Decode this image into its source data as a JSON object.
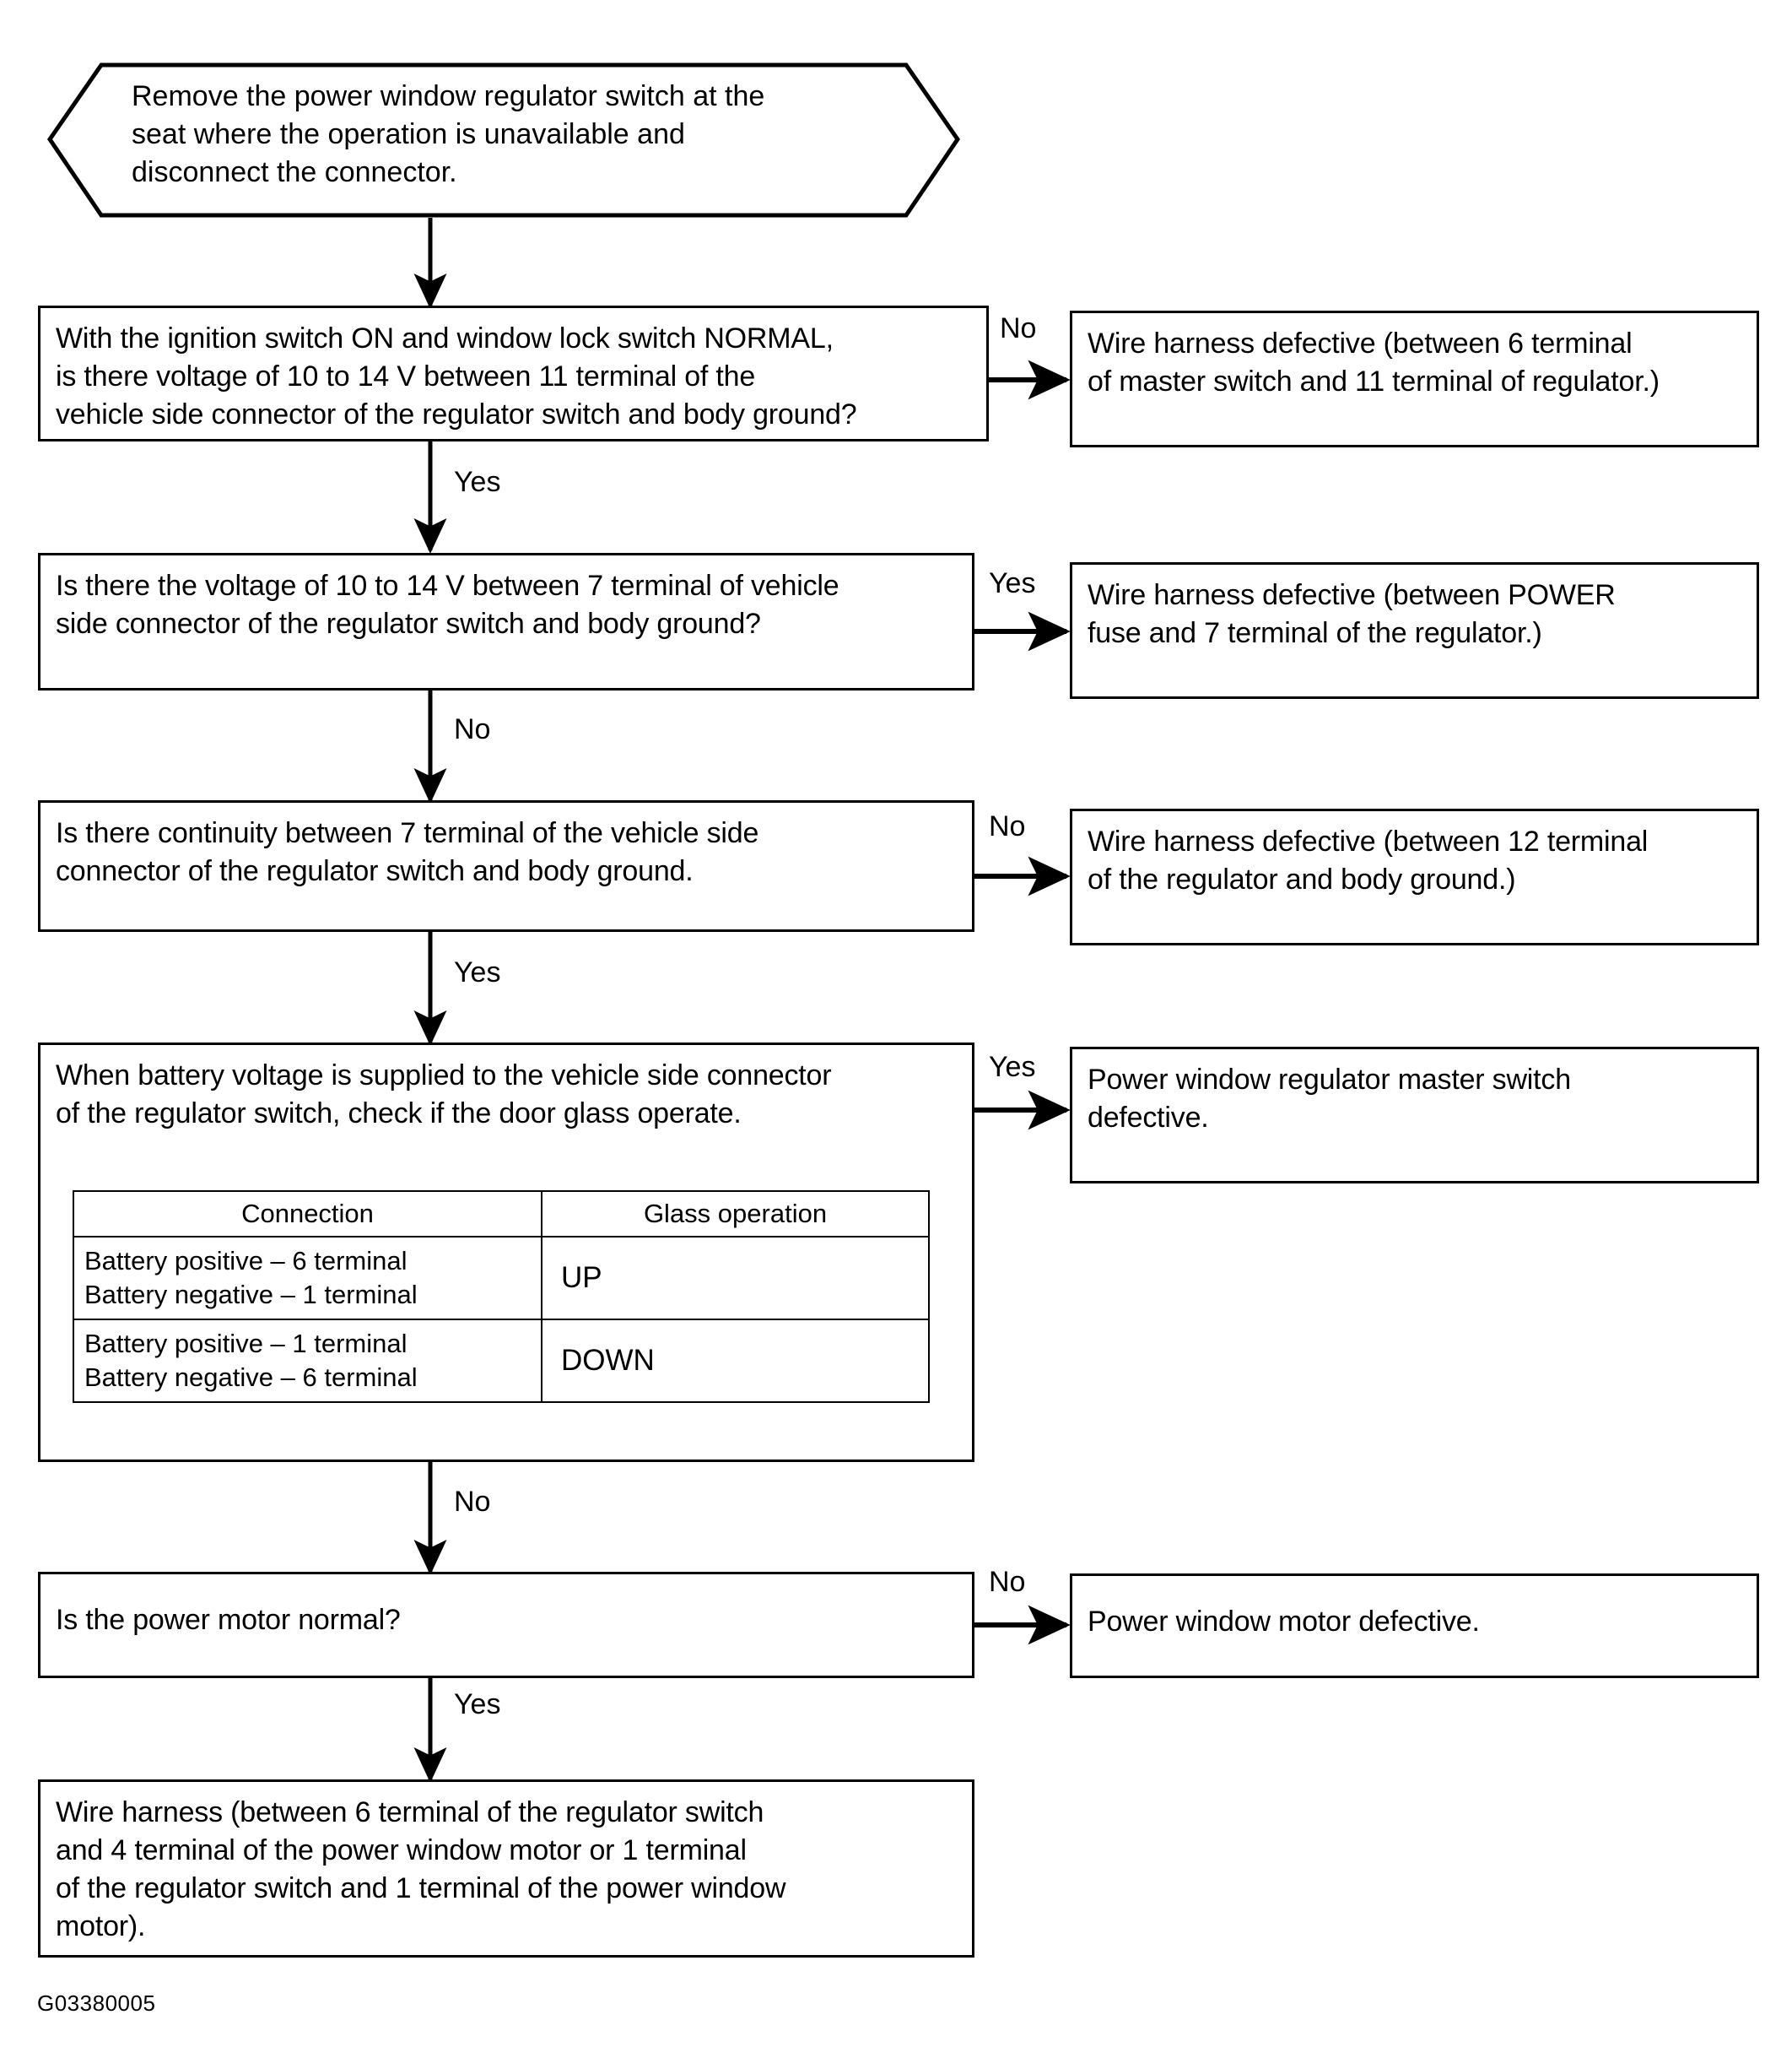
{
  "figure": {
    "id_label": "G03380005",
    "title": "Power window regulator switch diagnostic flowchart"
  },
  "nodes": {
    "start": {
      "shape": "hexagon",
      "text": "Remove the power window regulator switch at the\nseat where the operation is unavailable and\ndisconnect the connector."
    },
    "q1": {
      "text": "With the ignition switch ON and window lock switch NORMAL,\nis there voltage of 10 to 14 V between 11 terminal of the\nvehicle side connector of the regulator switch and body ground?"
    },
    "r1": {
      "text": "Wire harness defective (between 6 terminal\nof master switch and 11 terminal of regulator.)"
    },
    "q2": {
      "text": "Is there the voltage of 10 to 14 V between 7 terminal of vehicle\nside connector of the regulator switch and body ground?"
    },
    "r2": {
      "text": "Wire harness defective (between POWER\nfuse and 7 terminal of the regulator.)"
    },
    "q3": {
      "text": "Is there continuity between 7 terminal of the vehicle side\nconnector of the regulator switch and body ground."
    },
    "r3": {
      "text": "Wire harness defective (between 12 terminal\nof the regulator and body ground.)"
    },
    "q4": {
      "text": "When battery voltage is supplied to the vehicle side connector\nof the regulator switch, check if the door glass operate."
    },
    "r4": {
      "text": "Power window regulator master switch\ndefective."
    },
    "q5": {
      "text": "Is the power motor normal?"
    },
    "r5": {
      "text": "Power window motor defective."
    },
    "end": {
      "text": "Wire harness (between 6 terminal of the regulator switch\nand 4 terminal of the power window motor or 1 terminal\nof the regulator switch and 1 terminal of the power window\nmotor)."
    }
  },
  "edges": {
    "q1_no": "No",
    "q1_yes": "Yes",
    "q2_yes": "Yes",
    "q2_no": "No",
    "q3_no": "No",
    "q3_yes": "Yes",
    "q4_yes": "Yes",
    "q4_no": "No",
    "q5_no": "No",
    "q5_yes": "Yes"
  },
  "operation_table": {
    "headers": [
      "Connection",
      "Glass operation"
    ],
    "rows": [
      {
        "connection": "Battery positive – 6 terminal\nBattery negative – 1 terminal",
        "operation": "UP"
      },
      {
        "connection": "Battery positive – 1 terminal\nBattery negative – 6 terminal",
        "operation": "DOWN"
      }
    ]
  },
  "colors": {
    "stroke": "#000000",
    "background": "#ffffff"
  }
}
